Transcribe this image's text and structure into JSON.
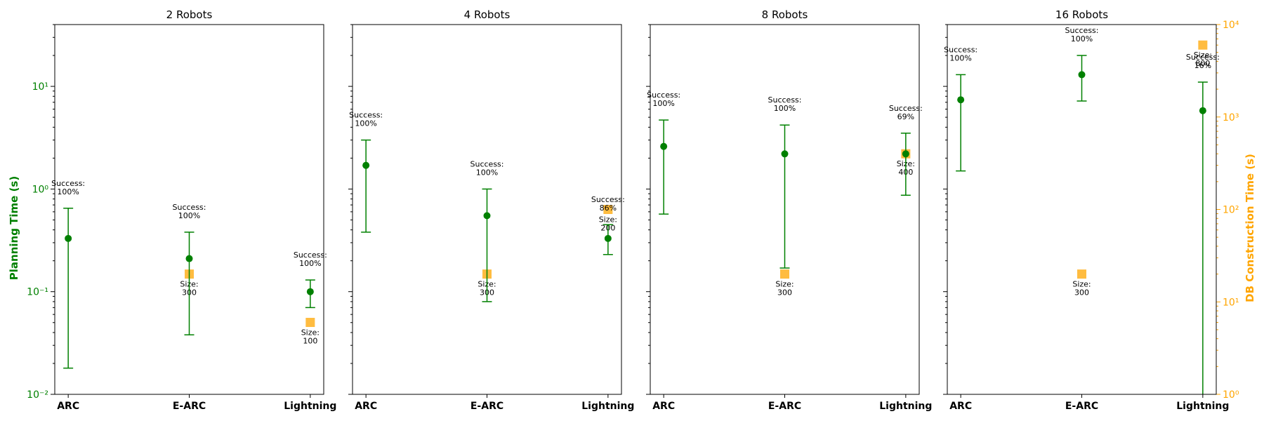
{
  "figure": {
    "left_axis_label": "Planning Time (s)",
    "right_axis_label": "DB Construction Time (s)",
    "left_color": "#008000",
    "right_color": "#FFA500",
    "left_tick_labels": [
      "10⁻²",
      "10⁻¹",
      "10⁰",
      "10¹"
    ],
    "right_tick_labels": [
      "10⁰",
      "10¹",
      "10²",
      "10³",
      "10⁴"
    ]
  },
  "chart_data": [
    {
      "type": "scatter",
      "title": "2 Robots",
      "categories": [
        "ARC",
        "E-ARC",
        "Lightning"
      ],
      "yscale": "log",
      "ylim": [
        0.01,
        40
      ],
      "planning_time": [
        {
          "category": "ARC",
          "value": 0.33,
          "low": 0.018,
          "high": 0.65,
          "success_label": "Success:",
          "success_value": "100%"
        },
        {
          "category": "E-ARC",
          "value": 0.21,
          "low": 0.038,
          "high": 0.38,
          "success_label": "Success:",
          "success_value": "100%"
        },
        {
          "category": "Lightning",
          "value": 0.1,
          "low": 0.07,
          "high": 0.13,
          "success_label": "Success:",
          "success_value": "100%"
        }
      ],
      "db_construction_time": [
        {
          "category": "E-ARC",
          "value": 20,
          "size_label": "Size:",
          "size_value": "300"
        },
        {
          "category": "Lightning",
          "value": 6,
          "size_label": "Size:",
          "size_value": "100"
        }
      ]
    },
    {
      "type": "scatter",
      "title": "4 Robots",
      "categories": [
        "ARC",
        "E-ARC",
        "Lightning"
      ],
      "yscale": "log",
      "ylim": [
        0.01,
        40
      ],
      "planning_time": [
        {
          "category": "ARC",
          "value": 1.7,
          "low": 0.38,
          "high": 3.0,
          "success_label": "Success:",
          "success_value": "100%"
        },
        {
          "category": "E-ARC",
          "value": 0.55,
          "low": 0.08,
          "high": 1.0,
          "success_label": "Success:",
          "success_value": "100%"
        },
        {
          "category": "Lightning",
          "value": 0.33,
          "low": 0.23,
          "high": 0.45,
          "success_label": "Success:",
          "success_value": "86%"
        }
      ],
      "db_construction_time": [
        {
          "category": "E-ARC",
          "value": 20,
          "size_label": "Size:",
          "size_value": "300"
        },
        {
          "category": "Lightning",
          "value": 100,
          "size_label": "Size:",
          "size_value": "200"
        }
      ]
    },
    {
      "type": "scatter",
      "title": "8 Robots",
      "categories": [
        "ARC",
        "E-ARC",
        "Lightning"
      ],
      "yscale": "log",
      "ylim": [
        0.01,
        40
      ],
      "planning_time": [
        {
          "category": "ARC",
          "value": 2.6,
          "low": 0.57,
          "high": 4.7,
          "success_label": "Success:",
          "success_value": "100%"
        },
        {
          "category": "E-ARC",
          "value": 2.2,
          "low": 0.17,
          "high": 4.2,
          "success_label": "Success:",
          "success_value": "100%"
        },
        {
          "category": "Lightning",
          "value": 2.2,
          "low": 0.87,
          "high": 3.5,
          "success_label": "Success:",
          "success_value": "69%"
        }
      ],
      "db_construction_time": [
        {
          "category": "E-ARC",
          "value": 20,
          "size_label": "Size:",
          "size_value": "300"
        },
        {
          "category": "Lightning",
          "value": 400,
          "size_label": "Size:",
          "size_value": "400"
        }
      ]
    },
    {
      "type": "scatter",
      "title": "16 Robots",
      "categories": [
        "ARC",
        "E-ARC",
        "Lightning"
      ],
      "yscale": "log",
      "ylim": [
        0.01,
        40
      ],
      "y2lim": [
        1,
        10000
      ],
      "planning_time": [
        {
          "category": "ARC",
          "value": 7.4,
          "low": 1.5,
          "high": 13,
          "success_label": "Success:",
          "success_value": "100%"
        },
        {
          "category": "E-ARC",
          "value": 13,
          "low": 7.2,
          "high": 20,
          "success_label": "Success:",
          "success_value": "100%"
        },
        {
          "category": "Lightning",
          "value": 5.8,
          "low": 0.01,
          "high": 11,
          "success_label": "Success:",
          "success_value": "16%"
        }
      ],
      "db_construction_time": [
        {
          "category": "E-ARC",
          "value": 20,
          "size_label": "Size:",
          "size_value": "300"
        },
        {
          "category": "Lightning",
          "value": 6000,
          "size_label": "Size:",
          "size_value": "800"
        }
      ]
    }
  ]
}
